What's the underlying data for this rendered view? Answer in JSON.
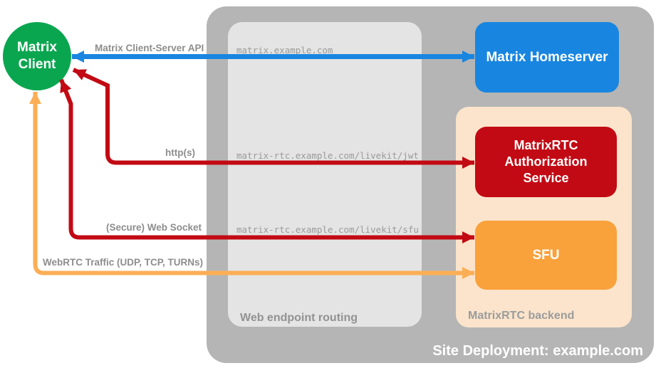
{
  "diagram": {
    "title": "Site Deployment: example.com",
    "containers": {
      "site_deployment": {
        "label": "Site Deployment: example.com"
      },
      "web_endpoint_routing": {
        "label": "Web endpoint routing"
      },
      "matrixrtc_backend": {
        "label": "MatrixRTC backend"
      }
    },
    "nodes": {
      "matrix_client": {
        "label": "Matrix Client",
        "shape": "circle",
        "color": "#0aa64f"
      },
      "matrix_homeserver": {
        "label": "Matrix Homeserver",
        "shape": "rounded-rect",
        "color": "#1886e0"
      },
      "matrixrtc_authorization_service": {
        "label": "MatrixRTC Authorization Service",
        "shape": "rounded-rect",
        "color": "#c20a14"
      },
      "sfu": {
        "label": "SFU",
        "shape": "rounded-rect",
        "color": "#f9a13b"
      }
    },
    "endpoints": {
      "homeserver": "matrix.example.com",
      "livekit_jwt": "matrix-rtc.example.com/livekit/jwt",
      "livekit_sfu": "matrix-rtc.example.com/livekit/sfu"
    },
    "edges": {
      "client_server_api": {
        "label": "Matrix Client-Server API",
        "from": "Matrix Client",
        "to": "Matrix Homeserver",
        "color": "#1886e0",
        "bidirectional": true
      },
      "https": {
        "label": "http(s)",
        "from": "Matrix Client",
        "to": "MatrixRTC Authorization Service",
        "color": "#c20a14",
        "bidirectional": true
      },
      "secure_web_socket": {
        "label": "(Secure) Web Socket",
        "from": "Matrix Client",
        "to": "SFU",
        "color": "#c20a14",
        "bidirectional": true
      },
      "webrtc_traffic": {
        "label": "WebRTC Traffic (UDP, TCP, TURNs)",
        "from": "Matrix Client",
        "to": "SFU",
        "color": "#fbae55",
        "bidirectional": true
      }
    },
    "colors": {
      "site_container": "#b5b5b5",
      "routing_box": "#e4e4e4",
      "backend_container": "#fbe4cb",
      "edge_label_text": "#8d8d8d",
      "endpoint_text": "#9a9a9a",
      "container_label_text": "#9c9c9c",
      "node_text": "#ffffff"
    }
  }
}
